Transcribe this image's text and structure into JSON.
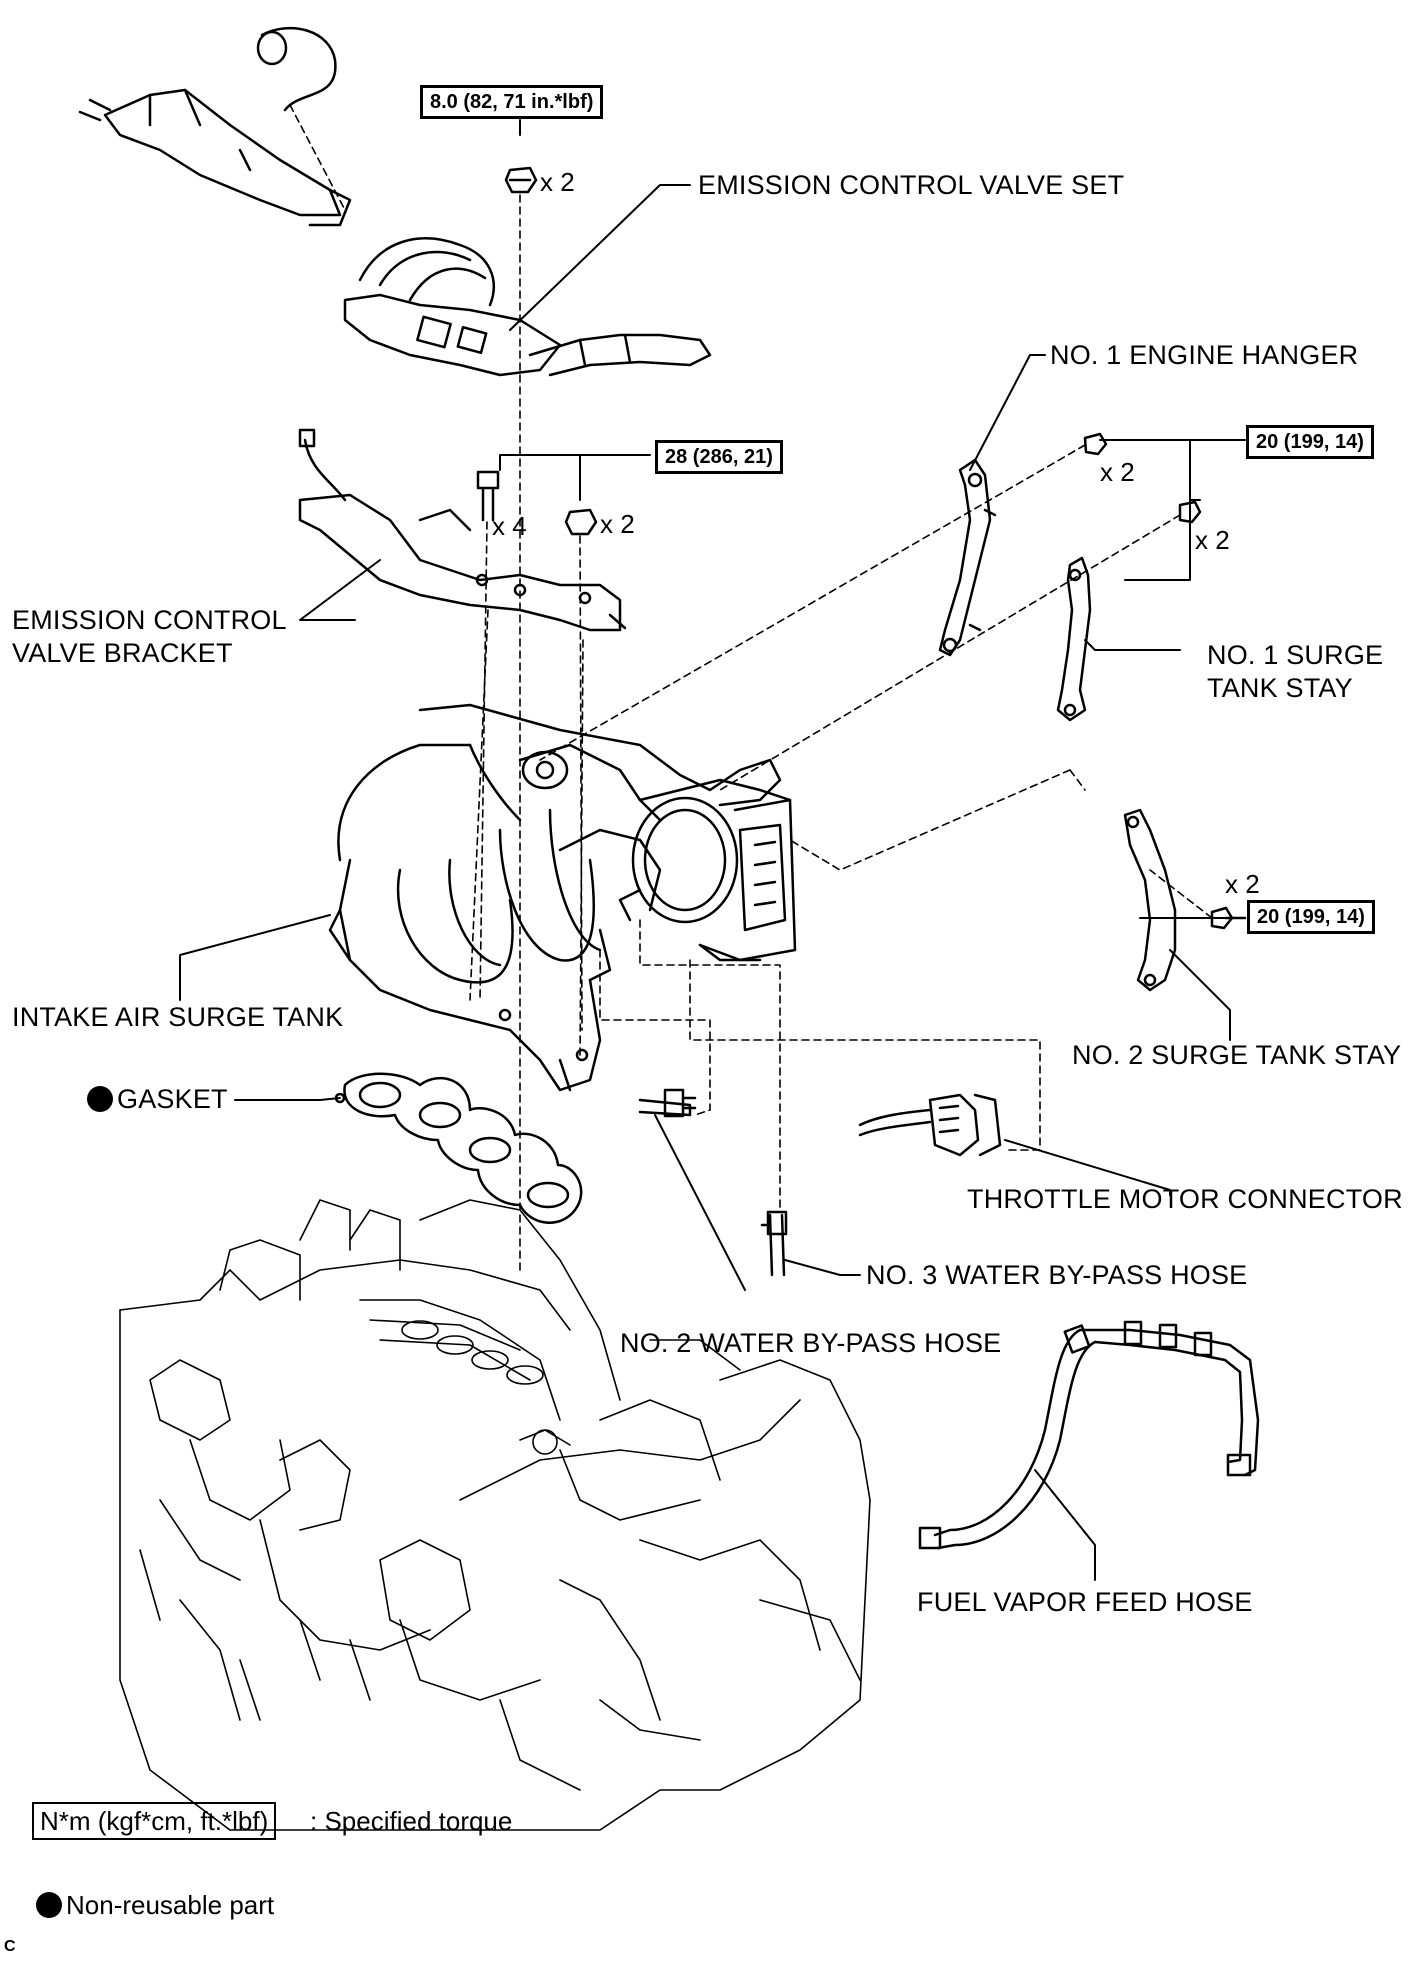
{
  "torque_specs": {
    "valve_set_nut": "8.0 (82, 71 in.*lbf)",
    "bracket_bolts": "28 (286, 21)",
    "hanger_bolts": "20 (199, 14)",
    "stay2_bolts": "20 (199, 14)"
  },
  "quantities": {
    "valve_set_nut": "x 2",
    "bracket_bolt": "x 4",
    "bracket_nut": "x 2",
    "hanger_bolt": "x 2",
    "stay1_bolt": "x 2",
    "stay2_bolt": "x 2"
  },
  "parts": {
    "emission_control_valve_set": "EMISSION CONTROL VALVE SET",
    "no1_engine_hanger": "NO. 1 ENGINE HANGER",
    "bracket_line1": "EMISSION CONTROL",
    "bracket_line2": "VALVE BRACKET",
    "no1_surge_line1": "NO. 1 SURGE",
    "no1_surge_line2": "TANK STAY",
    "intake_air_surge_tank": "INTAKE AIR SURGE TANK",
    "no2_surge_tank_stay": "NO. 2 SURGE TANK STAY",
    "gasket": "GASKET",
    "throttle_motor_connector": "THROTTLE MOTOR CONNECTOR",
    "no3_water_bypass_hose": "NO. 3 WATER BY-PASS HOSE",
    "no2_water_bypass_hose": "NO. 2 WATER BY-PASS HOSE",
    "fuel_vapor_feed_hose": "FUEL VAPOR FEED HOSE"
  },
  "legend": {
    "torque_unit": "N*m (kgf*cm, ft.*lbf)",
    "torque_desc": ": Specified torque",
    "nonreusable_desc": "Non-reusable part"
  },
  "figure_code": "C",
  "colors": {
    "line": "#000000",
    "background": "#ffffff"
  }
}
